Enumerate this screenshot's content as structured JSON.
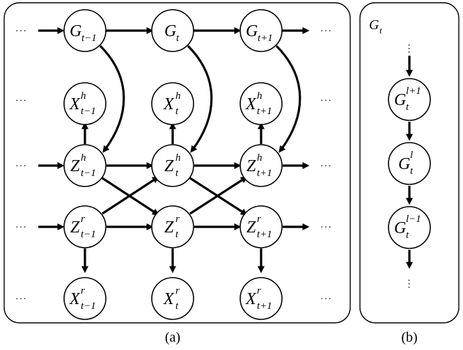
{
  "panels": {
    "a": {
      "caption": "(a)",
      "ellipsis": "···",
      "nodes": {
        "g_prev": {
          "base": "G",
          "sub": "t−1",
          "sup": ""
        },
        "g_curr": {
          "base": "G",
          "sub": "t",
          "sup": ""
        },
        "g_next": {
          "base": "G",
          "sub": "t+1",
          "sup": ""
        },
        "xh_prev": {
          "base": "X",
          "sub": "t−1",
          "sup": "h"
        },
        "xh_curr": {
          "base": "X",
          "sub": "t",
          "sup": "h"
        },
        "xh_next": {
          "base": "X",
          "sub": "t+1",
          "sup": "h"
        },
        "zh_prev": {
          "base": "Z",
          "sub": "t−1",
          "sup": "h"
        },
        "zh_curr": {
          "base": "Z",
          "sub": "t",
          "sup": "h"
        },
        "zh_next": {
          "base": "Z",
          "sub": "t+1",
          "sup": "h"
        },
        "zr_prev": {
          "base": "Z",
          "sub": "t−1",
          "sup": "r"
        },
        "zr_curr": {
          "base": "Z",
          "sub": "t",
          "sup": "r"
        },
        "zr_next": {
          "base": "Z",
          "sub": "t+1",
          "sup": "r"
        },
        "xr_prev": {
          "base": "X",
          "sub": "t−1",
          "sup": "r"
        },
        "xr_curr": {
          "base": "X",
          "sub": "t",
          "sup": "r"
        },
        "xr_next": {
          "base": "X",
          "sub": "t+1",
          "sup": "r"
        }
      }
    },
    "b": {
      "caption": "(b)",
      "title": {
        "base": "G",
        "sub": "t"
      },
      "ellipsis": "⋮",
      "nodes": {
        "g_above": {
          "base": "G",
          "sub": "t",
          "sup": "l+1"
        },
        "g_level": {
          "base": "G",
          "sub": "t",
          "sup": "l"
        },
        "g_below": {
          "base": "G",
          "sub": "t",
          "sup": "l−1"
        }
      }
    }
  }
}
